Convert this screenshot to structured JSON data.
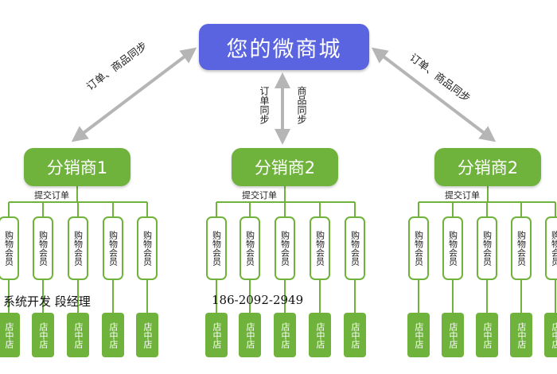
{
  "platform": {
    "label": "您的微商城"
  },
  "sync_left": {
    "label": "订单、商品同步"
  },
  "sync_right": {
    "label": "订单、商品同步"
  },
  "sync_center": {
    "order_label": "订单同步",
    "product_label": "商品同步"
  },
  "distributors": [
    {
      "label": "分销商1",
      "submit_label": "提交订单"
    },
    {
      "label": "分销商2",
      "submit_label": "提交订单"
    },
    {
      "label": "分销商2",
      "submit_label": "提交订单"
    }
  ],
  "member_label": "购物会员",
  "store_label": "店中店",
  "watermark": {
    "left_text": "系统开发  段经理",
    "phone": "186-2092-2949"
  },
  "colors": {
    "platform": "#5b64e0",
    "distributor": "#6fb33c",
    "connector": "#6fb33c",
    "arrow": "#b5b5b5"
  }
}
